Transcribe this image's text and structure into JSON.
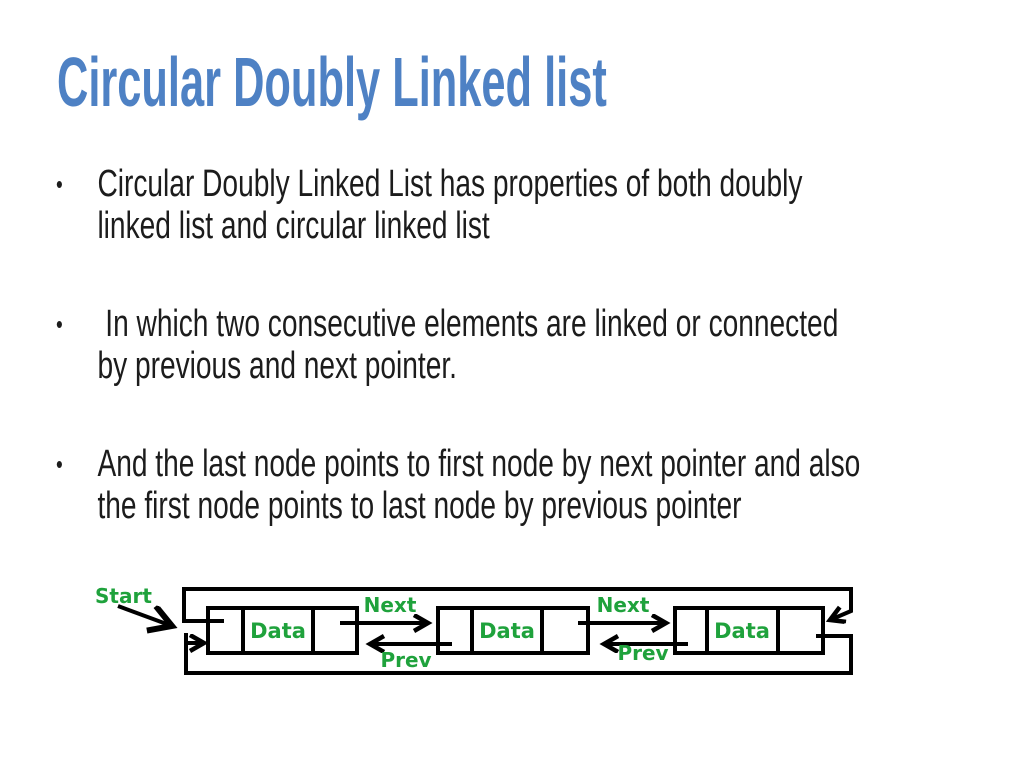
{
  "slide": {
    "title": "Circular Doubly Linked list",
    "bullet_char": "•",
    "bullets": [
      {
        "lines": [
          "Circular Doubly Linked List has properties of both doubly",
          "linked list and circular linked list"
        ]
      },
      {
        "lines": [
          " In which two consecutive elements are linked or connected",
          "by previous and next pointer."
        ]
      },
      {
        "lines": [
          "And the last node points to first node by next pointer and also",
          "the first node points to last node by previous pointer"
        ]
      }
    ]
  },
  "diagram": {
    "start_label": "Start",
    "next_label": "Next",
    "prev_label": "Prev",
    "nodes": [
      {
        "data_label": "Data"
      },
      {
        "data_label": "Data"
      },
      {
        "data_label": "Data"
      }
    ],
    "colors": {
      "label_green": "#1FA23C",
      "line_black": "#000000"
    }
  },
  "colors": {
    "title_blue": "#4E81C4",
    "body_text": "#1C1C1C",
    "background": "#FFFFFF"
  }
}
